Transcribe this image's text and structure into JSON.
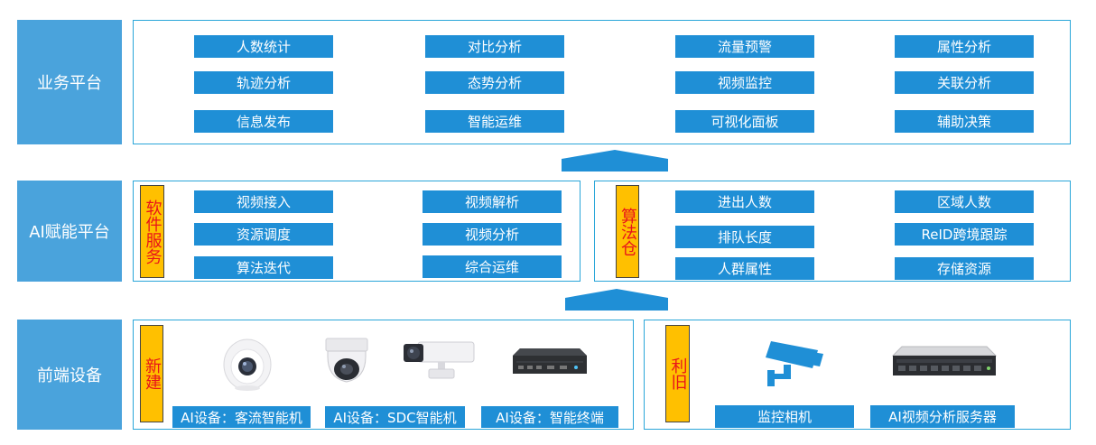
{
  "rows": {
    "business": "业务平台",
    "ai": "AI赋能平台",
    "frontend": "前端设备"
  },
  "business_items": [
    "人数统计",
    "对比分析",
    "流量预警",
    "属性分析",
    "轨迹分析",
    "态势分析",
    "视频监控",
    "关联分析",
    "信息发布",
    "智能运维",
    "可视化面板",
    "辅助决策"
  ],
  "software_service": {
    "tag": "软件服务",
    "items": [
      "视频接入",
      "视频解析",
      "资源调度",
      "视频分析",
      "算法迭代",
      "综合运维"
    ]
  },
  "algorithm_store": {
    "tag": "算法仓",
    "items": [
      "进出人数",
      "区域人数",
      "排队长度",
      "ReID跨境跟踪",
      "人群属性",
      "存储资源"
    ]
  },
  "new_build": {
    "tag": "新建",
    "devices": [
      "AI设备：客流智能机",
      "AI设备：SDC智能机",
      "AI设备：智能终端"
    ],
    "icons": [
      "dome-camera-icon",
      "ptz-dome-camera-icon",
      "bullet-camera-icon",
      "edge-terminal-icon"
    ]
  },
  "reuse": {
    "tag": "利旧",
    "devices": [
      "监控相机",
      "AI视频分析服务器"
    ],
    "icons": [
      "surveillance-camera-icon",
      "rack-server-icon"
    ]
  },
  "colors": {
    "row_label": "#4aa3dc",
    "tag": "#1f8fd6",
    "border": "#2aa6d9",
    "highlight": "#ffc000",
    "highlight_text": "#e8141a",
    "arrow": "#1f8fd6"
  }
}
